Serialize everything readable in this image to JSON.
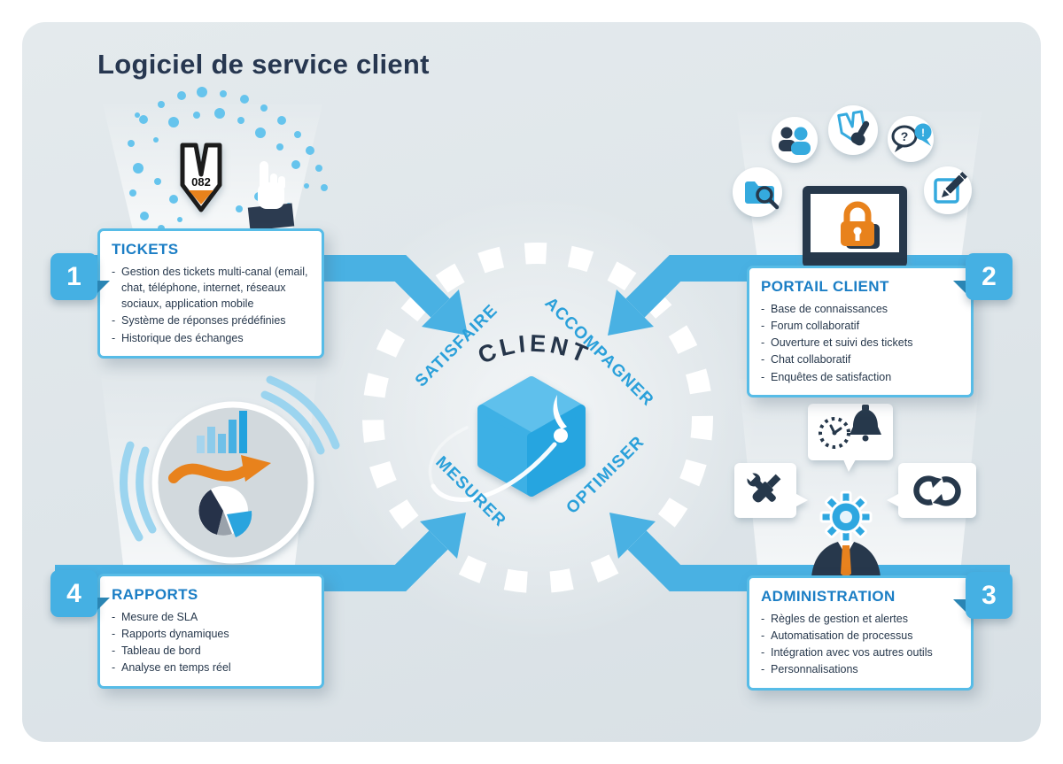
{
  "title": "Logiciel de service client",
  "center": {
    "label": "CLIENT",
    "keywords": [
      {
        "text": "SATISFAIRE"
      },
      {
        "text": "ACCOMPAGNER"
      },
      {
        "text": "MESURER"
      },
      {
        "text": "OPTIMISER"
      }
    ]
  },
  "ticket_dispenser": {
    "number": "082"
  },
  "sections": [
    {
      "number": "1",
      "heading": "TICKETS",
      "items": [
        "Gestion des tickets multi-canal (email, chat, téléphone, internet, réseaux sociaux, application mobile",
        "Système de réponses prédéfinies",
        "Historique des échanges"
      ]
    },
    {
      "number": "2",
      "heading": "PORTAIL CLIENT",
      "items": [
        "Base de connaissances",
        "Forum collaboratif",
        "Ouverture et suivi des tickets",
        "Chat collaboratif",
        "Enquêtes de satisfaction"
      ]
    },
    {
      "number": "3",
      "heading": "ADMINISTRATION",
      "items": [
        "Règles de gestion et alertes",
        "Automatisation de processus",
        "Intégration avec vos autres outils",
        "Personnalisations"
      ]
    },
    {
      "number": "4",
      "heading": "RAPPORTS",
      "items": [
        "Mesure de SLA",
        "Rapports dynamiques",
        "Tableau de bord",
        "Analyse en temps réel"
      ]
    }
  ],
  "icons": {
    "top_left": [
      "queue-ticket-icon",
      "pointing-hand-icon"
    ],
    "top_right": [
      "users-icon",
      "ticket-click-icon",
      "question-answer-icon",
      "folder-search-icon",
      "edit-icon",
      "secure-monitor-icon"
    ],
    "bottom_right": [
      "tools-icon",
      "clock-bell-icon",
      "sync-icon",
      "admin-gear-person-icon"
    ],
    "bottom_left": [
      "bar-chart-icon",
      "trend-arrow-icon",
      "pie-chart-icon",
      "signal-arcs-icon"
    ],
    "center": [
      "client-cube-icon",
      "orbit-note-icon"
    ]
  },
  "colors": {
    "accent_blue": "#49b1e3",
    "badge_blue": "#45b0e3",
    "navy": "#27384c",
    "heading_blue": "#1b7ec5",
    "keyword_blue": "#2aa0da",
    "orange": "#e8821e",
    "panel_bg": "#dfe6ea"
  }
}
